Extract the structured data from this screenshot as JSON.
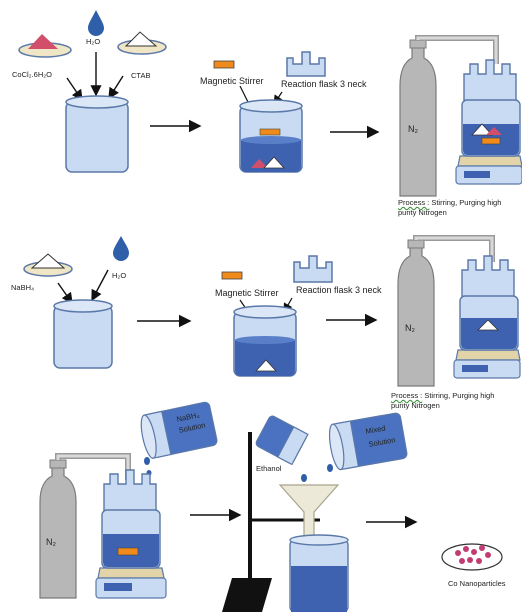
{
  "colors": {
    "beaker_light": "#c9dbf3",
    "beaker_dark": "#3e62b0",
    "outline": "#5a78a8",
    "stirrer_bar": "#f08a1a",
    "powder_pink": "#d14f6b",
    "cylinder": "#b7b7b7",
    "plate_tan": "#e3d3a8",
    "co_dots": "#c23c74"
  },
  "step1": {
    "reagent_cocl2": "CoCl₂.6H₂O",
    "reagent_water": "H₂O",
    "reagent_ctab": "CTAB",
    "label_stirrer": "Magnetic Stirrer",
    "label_flask": "Reaction flask 3 neck",
    "gas": "N₂",
    "process_prefix": "Process :",
    "process_line1": " Stirring, Purging high",
    "process_line2": "purity Nitrogen"
  },
  "step2": {
    "reagent_nabh4": "NaBH₄",
    "reagent_water": "H₂O",
    "label_stirrer": "Magnetic Stirrer",
    "label_flask": "Reaction flask 3 neck",
    "gas": "N₂",
    "process_prefix": "Process :",
    "process_line1": " Stirring, Purging high",
    "process_line2": "purity Nitrogen"
  },
  "step3": {
    "gas": "N₂",
    "nabh4_solution_line1": "NaBH₄",
    "nabh4_solution_line2": "Solution",
    "ethanol": "Ethanol",
    "mixed_line1": "Mixed",
    "mixed_line2": "Solution",
    "product": "Co Nanoparticles"
  }
}
